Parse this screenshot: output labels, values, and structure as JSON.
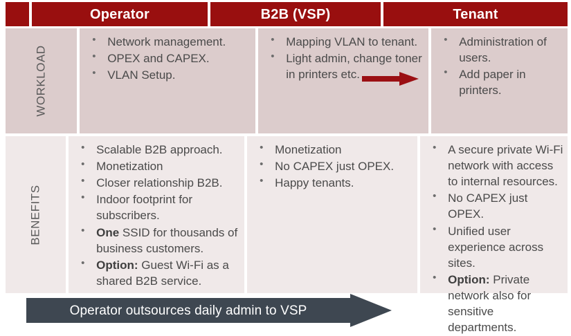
{
  "table": {
    "headers": [
      {
        "id": "corner",
        "label": ""
      },
      {
        "id": "operator",
        "label": "Operator"
      },
      {
        "id": "b2b",
        "label": "B2B (VSP)"
      },
      {
        "id": "tenant",
        "label": "Tenant"
      }
    ],
    "rows": [
      {
        "id": "workload",
        "side_label": "WORKLOAD",
        "cells": {
          "operator": [
            {
              "text": "Network management."
            },
            {
              "text": "OPEX and CAPEX."
            },
            {
              "text": "VLAN Setup."
            }
          ],
          "b2b": [
            {
              "text": "Mapping VLAN to tenant."
            },
            {
              "text": "Light admin, change toner in printers etc."
            }
          ],
          "tenant": [
            {
              "text": "Administration of users."
            },
            {
              "text": "Add paper in printers."
            }
          ]
        }
      },
      {
        "id": "benefits",
        "side_label": "BENEFITS",
        "cells": {
          "operator": [
            {
              "text": "Scalable B2B approach."
            },
            {
              "text": "Monetization"
            },
            {
              "text": "Closer relationship B2B."
            },
            {
              "text": "Indoor footprint for subscribers."
            },
            {
              "bold": "One",
              "text": " SSID for thousands of business customers."
            },
            {
              "bold": "Option:",
              "text": " Guest Wi-Fi as a shared B2B service."
            }
          ],
          "b2b": [
            {
              "text": "Monetization"
            },
            {
              "text": "No CAPEX just OPEX."
            },
            {
              "text": "Happy tenants."
            }
          ],
          "tenant": [
            {
              "text": "A secure private Wi-Fi network with access to internal resources."
            },
            {
              "text": "No CAPEX just OPEX."
            },
            {
              "text": "Unified user experience across sites."
            },
            {
              "bold": "Option:",
              "text": " Private network also for sensitive departments."
            }
          ]
        }
      }
    ]
  },
  "flow_arrow": {
    "name": "red-arrow-b2b-to-tenant",
    "color": "#9B0F13"
  },
  "banner": {
    "label": "Operator outsources daily admin to VSP",
    "color": "#3E4751",
    "text_color": "#FFFFFF"
  },
  "colors": {
    "header_red": "#990F0F",
    "workload_bg": "#DCCCCC",
    "benefits_bg": "#F0E9E9",
    "body_text": "#4A4A4A"
  }
}
